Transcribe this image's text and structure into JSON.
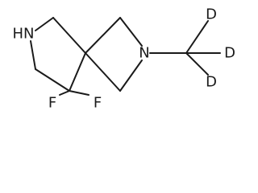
{
  "molecule": {
    "atoms": {
      "nh": "HN",
      "n_methyl": "N",
      "deuterium_top": "D",
      "deuterium_right": "D",
      "deuterium_bottom": "D",
      "fluorine_left": "F",
      "fluorine_right": "F"
    },
    "colors": {
      "ink": "#1a1a1a",
      "background": "#ffffff"
    }
  }
}
